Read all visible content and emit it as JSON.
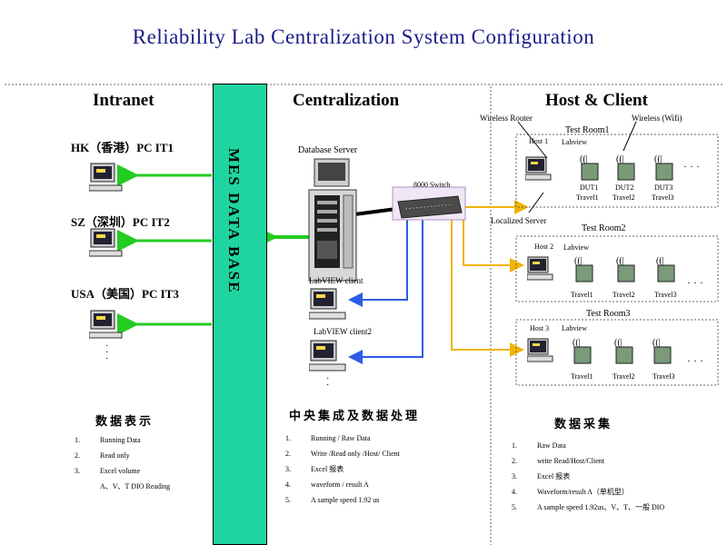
{
  "title": "Reliability Lab Centralization System Configuration",
  "columns": {
    "intranet": "Intranet",
    "centralization": "Centralization",
    "host_client": "Host & Client"
  },
  "mes_label": "MES DATA BASE",
  "intranet_sites": [
    {
      "label": "HK（香港）PC  IT1"
    },
    {
      "label": "SZ（深圳）PC  IT2"
    },
    {
      "label": "USA（美国）PC IT3"
    }
  ],
  "centralization": {
    "database_server": "Database Server",
    "switch": "8000 Switch",
    "labview_client_1": "LabVIEW client",
    "labview_client_2": "LabVIEW client2"
  },
  "host_client": {
    "wireless_router": "Wireless Router",
    "wireless_wifi": "Wireless (Wifi)",
    "localized_server": "Localized Server",
    "rooms": [
      {
        "name": "Test  Room1",
        "host": "Host 1",
        "tag": "Labview",
        "units": [
          "DUT1",
          "DUT2",
          "DUT3"
        ],
        "travels": [
          "Travel1",
          "Travel2",
          "Travel3"
        ]
      },
      {
        "name": "Test  Room2",
        "host": "Host 2",
        "tag": "Labview",
        "travels": [
          "Travel1",
          "Travel2",
          "Travel3"
        ]
      },
      {
        "name": "Test  Room3",
        "host": "Host 3",
        "tag": "Labview",
        "travels": [
          "Travel1",
          "Travel2",
          "Travel3"
        ]
      }
    ]
  },
  "notes": {
    "left": {
      "title": "数据表示",
      "items": [
        "Running  Data",
        "Read only",
        "Excel volume"
      ],
      "sub": "A、V、T  DIO Reading"
    },
    "center": {
      "title": "中央集成及数据处理",
      "items": [
        "Running  / Raw Data",
        "Write /Read only /Host/ Client",
        "Excel 报表",
        "waveform / result A",
        "A sample speed   1.92 us"
      ]
    },
    "right": {
      "title": "数据采集",
      "items": [
        "Raw Data",
        "write  Read/Host/Client",
        "Excel 报表",
        "Waveform/result A（单机型）",
        "A sample speed  1.92us、V、T、一般 DIO"
      ]
    }
  }
}
